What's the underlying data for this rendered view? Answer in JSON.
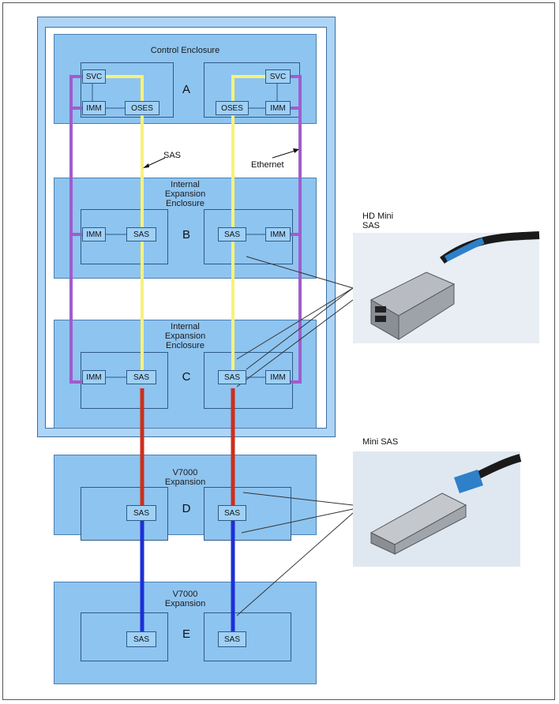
{
  "enclosures": {
    "a": {
      "title": "Control Enclosure",
      "letter": "A"
    },
    "b": {
      "title": "Internal Expansion Enclosure",
      "letter": "B"
    },
    "c": {
      "title": "Internal Expansion Enclosure",
      "letter": "C"
    },
    "d": {
      "title": "V7000 Expansion",
      "letter": "D"
    },
    "e": {
      "title": "V7000 Expansion",
      "letter": "E"
    }
  },
  "modules": {
    "svc": "SVC",
    "imm": "IMM",
    "oses": "OSES",
    "sas": "SAS"
  },
  "annotations": {
    "sas": "SAS",
    "ethernet": "Ethernet"
  },
  "cables": {
    "hd_mini_sas": "HD Mini SAS",
    "mini_sas": "Mini SAS"
  },
  "colors": {
    "yellow": "#f7f27a",
    "purple": "#a05ccc",
    "red": "#cc2f1c",
    "blue": "#1c2fd6",
    "enclosure": "#8ec4f0",
    "outer": "#aed4f6"
  }
}
